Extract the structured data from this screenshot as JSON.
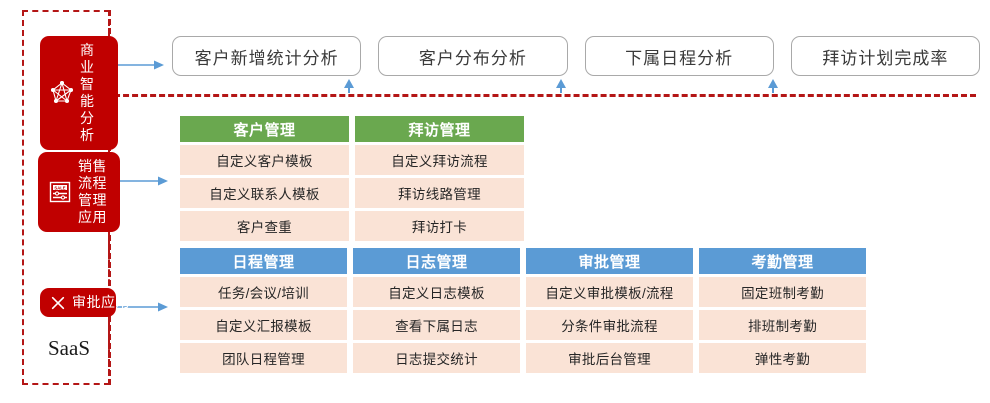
{
  "platform": {
    "label": "SaaS"
  },
  "sidebar": {
    "badges": [
      {
        "id": "bi-analytics",
        "label": "商业智\n能分析",
        "icon": "network-graph-icon",
        "color": "#c00000"
      },
      {
        "id": "sales-process",
        "label": "销售流程\n管理应用",
        "icon": "sale-document-icon",
        "color": "#c00000"
      },
      {
        "id": "approval-app",
        "label": "审批应用",
        "icon": "scissors-icon",
        "color": "#c00000"
      }
    ]
  },
  "top_row": {
    "buttons": [
      {
        "label": "客户新增统计分析"
      },
      {
        "label": "客户分布分析"
      },
      {
        "label": "下属日程分析"
      },
      {
        "label": "拜访计划完成率"
      }
    ]
  },
  "modules": {
    "green_group": {
      "accent": "#6aa84f",
      "columns": [
        {
          "title": "客户管理",
          "items": [
            "自定义客户模板",
            "自定义联系人模板",
            "客户查重"
          ]
        },
        {
          "title": "拜访管理",
          "items": [
            "自定义拜访流程",
            "拜访线路管理",
            "拜访打卡"
          ]
        }
      ]
    },
    "blue_group": {
      "accent": "#5b9bd5",
      "columns": [
        {
          "title": "日程管理",
          "items": [
            "任务/会议/培训",
            "自定义汇报模板",
            "团队日程管理"
          ]
        },
        {
          "title": "日志管理",
          "items": [
            "自定义日志模板",
            "查看下属日志",
            "日志提交统计"
          ]
        },
        {
          "title": "审批管理",
          "items": [
            "自定义审批模板/流程",
            "分条件审批流程",
            "审批后台管理"
          ]
        },
        {
          "title": "考勤管理",
          "items": [
            "固定班制考勤",
            "排班制考勤",
            "弹性考勤"
          ]
        }
      ]
    }
  },
  "decor": {
    "frame_color": "#b41616",
    "arrow_color": "#5b9bd5",
    "cell_bg": "#fae3d6"
  }
}
